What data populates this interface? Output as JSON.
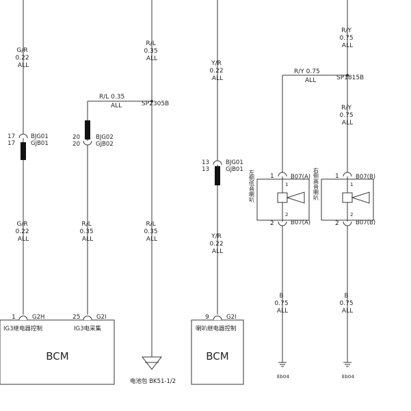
{
  "wires": {
    "w1_top": [
      "G/R",
      "0.22",
      "ALL"
    ],
    "w1_bot": [
      "G/R",
      "0.22",
      "ALL"
    ],
    "w2_branch": [
      "R/L  0.35",
      "ALL"
    ],
    "w2_bot": [
      "R/L",
      "0.35",
      "ALL"
    ],
    "w3_top": [
      "R/L",
      "0.35",
      "ALL"
    ],
    "w3_bot": [
      "R/L",
      "0.35",
      "ALL"
    ],
    "w4_top": [
      "Y/R",
      "0.22",
      "ALL"
    ],
    "w4_bot": [
      "Y/R",
      "0.22",
      "ALL"
    ],
    "w5_branch": [
      "R/Y  0.75",
      "ALL"
    ],
    "w5_bot": [
      "B",
      "0.75",
      "ALL"
    ],
    "w6_top": [
      "R/Y",
      "0.75",
      "ALL"
    ],
    "w6_mid": [
      "R/Y",
      "0.75",
      "ALL"
    ],
    "w6_bot": [
      "B",
      "0.75",
      "ALL"
    ]
  },
  "splices": {
    "sp1": "SP2305B",
    "sp2": "SP1815B"
  },
  "inline_connectors": {
    "c1": {
      "pins": [
        "17",
        "17"
      ],
      "names": [
        "BJG01",
        "GJB01"
      ]
    },
    "c2": {
      "pins": [
        "20",
        "20"
      ],
      "names": [
        "BJG02",
        "GJB02"
      ]
    },
    "c3": {
      "pins": [
        "13",
        "13"
      ],
      "names": [
        "BJG01",
        "GJB01"
      ]
    }
  },
  "horns": {
    "left": {
      "label": "左侧低音喇叭",
      "conn_top": "B07(A)",
      "conn_bot": "B07(A)",
      "pins": [
        "1",
        "2"
      ],
      "inner_pins": [
        "1",
        "2"
      ]
    },
    "right": {
      "label": "右侧高音喇叭",
      "conn_top": "B07(B)",
      "conn_bot": "B07(B)",
      "pins": [
        "1",
        "2"
      ],
      "inner_pins": [
        "1",
        "2"
      ]
    }
  },
  "bcm_left": {
    "title": "BCM",
    "pins": [
      {
        "num": "1",
        "conn": "G2H",
        "label": "IG3继电器控制"
      },
      {
        "num": "25",
        "conn": "G2I",
        "label": "IG3电采集"
      }
    ]
  },
  "bcm_right": {
    "title": "BCM",
    "pins": [
      {
        "num": "9",
        "conn": "G2I",
        "label": "喇叭继电器控制"
      }
    ]
  },
  "battery": {
    "label": "电池包  BK51-1/2"
  },
  "grounds": {
    "g1": "Eb04",
    "g2": "Eb04"
  }
}
